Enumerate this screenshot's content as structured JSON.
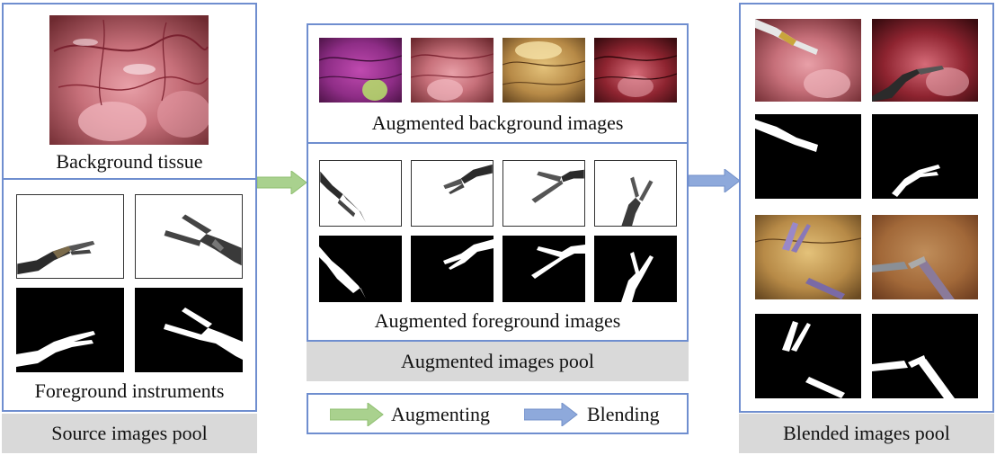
{
  "source_pool": {
    "background_caption": "Background tissue",
    "foreground_caption": "Foreground instruments",
    "pool_label": "Source images pool"
  },
  "augmented_pool": {
    "background_caption": "Augmented background images",
    "foreground_caption": "Augmented foreground images",
    "pool_label": "Augmented images pool"
  },
  "blended_pool": {
    "pool_label": "Blended images pool"
  },
  "legend": {
    "augmenting_label": "Augmenting",
    "blending_label": "Blending"
  },
  "colors": {
    "panel_border": "#6f8ecf",
    "augmenting_arrow": "#a9d18e",
    "blending_arrow": "#8ea9db",
    "label_band": "#d9d9d9"
  }
}
